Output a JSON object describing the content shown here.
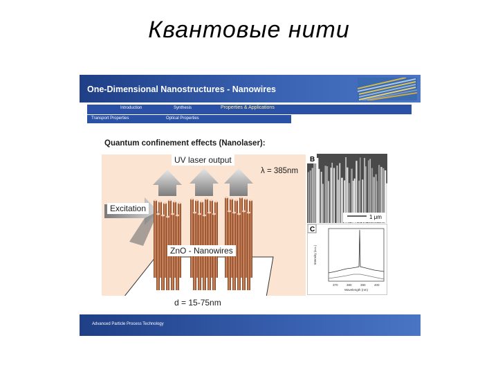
{
  "slide": {
    "title": "Квантовые нити"
  },
  "banner": {
    "title": "One-Dimensional Nanostructures - Nanowires",
    "image_icon": "nanowire-bundle-photo"
  },
  "nav": {
    "row1": [
      "Introduction",
      "Synthesis",
      "Properties & Applications"
    ],
    "row2": [
      "Transport Properties",
      "Optical Properties"
    ],
    "active": "Properties & Applications"
  },
  "section": {
    "title": "Quantum confinement effects (Nanolaser):"
  },
  "figure_a": {
    "uv_output": "UV laser output",
    "wavelength": "λ = 385nm",
    "excitation": "Excitation",
    "material": "ZnO - Nanowires",
    "diameter": "d = 15-75nm"
  },
  "figure_b": {
    "panel_label": "B",
    "scale_bar": "1 μm"
  },
  "figure_c": {
    "panel_label": "C",
    "ylabel": "Intensity (a.u.)",
    "xlabel": "Wavelength (nm)",
    "xticks": [
      "370",
      "380",
      "390",
      "400"
    ]
  },
  "footer": {
    "text": "Advanced Particle Process Technology"
  },
  "colors": {
    "banner": "#2a51a6",
    "accent": "#ffef9a",
    "figure_bg": "#fbe4d2",
    "wire": "#b8683e"
  }
}
